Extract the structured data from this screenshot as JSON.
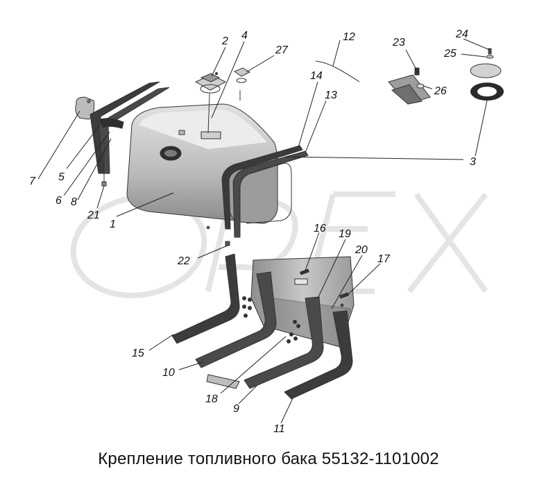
{
  "title": "Крепление топливного бака 55132-1101002",
  "watermark": "ODEX",
  "callouts": [
    {
      "id": "c1",
      "label": "1"
    },
    {
      "id": "c2",
      "label": "2"
    },
    {
      "id": "c3",
      "label": "3"
    },
    {
      "id": "c4",
      "label": "4"
    },
    {
      "id": "c5",
      "label": "5"
    },
    {
      "id": "c6",
      "label": "6"
    },
    {
      "id": "c7",
      "label": "7"
    },
    {
      "id": "c8",
      "label": "8"
    },
    {
      "id": "c9",
      "label": "9"
    },
    {
      "id": "c10",
      "label": "10"
    },
    {
      "id": "c11",
      "label": "11"
    },
    {
      "id": "c12",
      "label": "12"
    },
    {
      "id": "c13",
      "label": "13"
    },
    {
      "id": "c14",
      "label": "14"
    },
    {
      "id": "c15",
      "label": "15"
    },
    {
      "id": "c16",
      "label": "16"
    },
    {
      "id": "c17",
      "label": "17"
    },
    {
      "id": "c18",
      "label": "18"
    },
    {
      "id": "c19",
      "label": "19"
    },
    {
      "id": "c20",
      "label": "20"
    },
    {
      "id": "c21",
      "label": "21"
    },
    {
      "id": "c22",
      "label": "22"
    },
    {
      "id": "c23",
      "label": "23"
    },
    {
      "id": "c24",
      "label": "24"
    },
    {
      "id": "c25",
      "label": "25"
    },
    {
      "id": "c26",
      "label": "26"
    },
    {
      "id": "c27",
      "label": "27"
    }
  ],
  "colors": {
    "tank_light": "#d4d4d4",
    "tank_mid": "#a9a9a9",
    "tank_dark": "#6e6e6e",
    "strap_dark": "#444444",
    "watermark": "#d8d8d8"
  }
}
